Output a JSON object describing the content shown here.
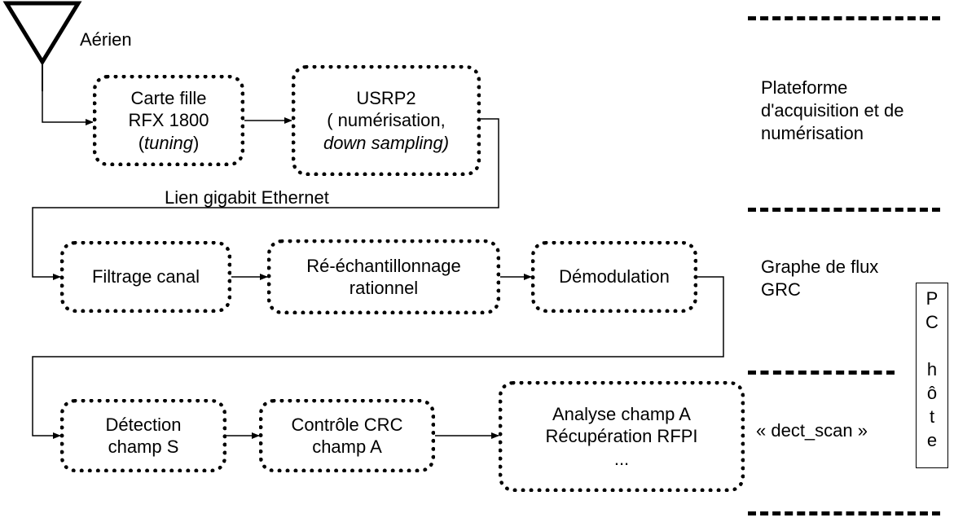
{
  "antenna_label": "Aérien",
  "row1": {
    "box1": {
      "line1": "Carte fille",
      "line2": "RFX 1800",
      "line3_open": "(",
      "line3_italic": "tuning",
      "line3_close": ")"
    },
    "box2": {
      "line1": "USRP2",
      "line2": "( numérisation,",
      "line3_italic": "down sampling)"
    }
  },
  "link_label": "Lien gigabit Ethernet",
  "row2": {
    "box1": "Filtrage canal",
    "box2": {
      "line1": "Ré-échantillonnage",
      "line2": "rationnel"
    },
    "box3": "Démodulation"
  },
  "row3": {
    "box1": {
      "line1": "Détection",
      "line2": "champ S"
    },
    "box2": {
      "line1": "Contrôle CRC",
      "line2": "champ A"
    },
    "box3": {
      "line1": "Analyse champ A",
      "line2": "Récupération RFPI",
      "line3": "..."
    }
  },
  "side_labels": {
    "platform": {
      "line1": "Plateforme",
      "line2": "d'acquisition et de",
      "line3": "numérisation"
    },
    "grc": {
      "line1": "Graphe de flux",
      "line2": "GRC"
    },
    "scan": "« dect_scan »"
  },
  "host": {
    "letters": [
      "P",
      "C",
      "",
      "h",
      "ô",
      "t",
      "e"
    ]
  }
}
